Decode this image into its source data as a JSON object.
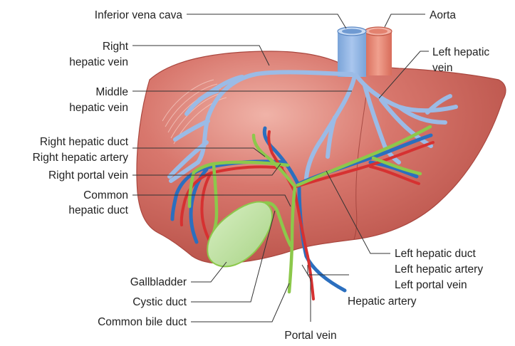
{
  "labels": {
    "inferior_vena_cava": "Inferior vena cava",
    "aorta": "Aorta",
    "right_hepatic_vein_1": "Right",
    "right_hepatic_vein_2": "hepatic vein",
    "left_hepatic_vein_1": "Left hepatic",
    "left_hepatic_vein_2": "vein",
    "middle_hepatic_vein_1": "Middle",
    "middle_hepatic_vein_2": "hepatic vein",
    "right_hepatic_duct": "Right hepatic duct",
    "right_hepatic_artery": "Right hepatic artery",
    "right_portal_vein": "Right portal vein",
    "common_hepatic_duct_1": "Common",
    "common_hepatic_duct_2": "hepatic duct",
    "gallbladder": "Gallbladder",
    "cystic_duct": "Cystic duct",
    "common_bile_duct": "Common bile duct",
    "left_hepatic_duct": "Left hepatic duct",
    "left_hepatic_artery": "Left hepatic artery",
    "left_portal_vein": "Left portal vein",
    "hepatic_artery": "Hepatic artery",
    "portal_vein": "Portal vein"
  },
  "colors": {
    "liver": "#cf6b63",
    "liver_dark": "#b5524c",
    "vein_blue": "#9bbbe6",
    "vena_cava": "#8fb4e3",
    "aorta": "#e68370",
    "portal_blue": "#2b6fbf",
    "artery_red": "#d63131",
    "duct_green": "#8cc84b",
    "gallbladder": "#c2e3a6"
  }
}
